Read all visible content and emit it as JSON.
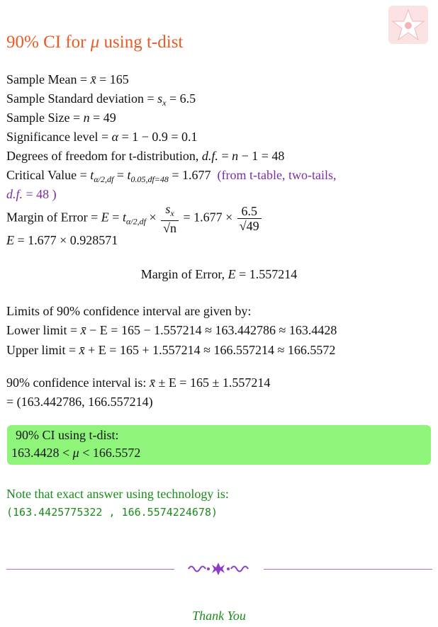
{
  "title": {
    "prefix": "90% CI for ",
    "mu": "μ",
    "suffix": " using t-dist"
  },
  "lines": {
    "mean": {
      "label": "Sample Mean = ",
      "sym": "x̄",
      "eq": " = 165"
    },
    "sd": {
      "label": "Sample Standard deviation = ",
      "sym": "s",
      "sub": "x",
      "eq": " = 6.5"
    },
    "size": {
      "label": "Sample Size = ",
      "sym": "n",
      "eq": " = 49"
    },
    "sig": {
      "label": "Significance level = ",
      "sym": "α",
      "eq": " = 1 − 0.9 = 0.1"
    },
    "df": {
      "label": "Degrees of freedom for t-distribution, ",
      "sym": "d.f.",
      "eq": " = ",
      "sym2": "n",
      "eq2": " − 1 = 48"
    },
    "crit": {
      "label": "Critical Value = ",
      "t": "t",
      "sub1": "α/2,df",
      "mid": " = ",
      "sub2": "0.05,df=48",
      "eq": " = 1.677",
      "note": "(from t-table, two-tails,",
      "note2a": "d.f.",
      "note2b": " = 48 )"
    },
    "moe": {
      "label": "Margin of Error = ",
      "E": "E",
      "eq1": " = ",
      "t": "t",
      "sub": "α/2,df",
      "times": " × ",
      "num": "s",
      "numsub": "x",
      "den": "√n",
      "eq2": " = 1.677 × ",
      "num2": "6.5",
      "den2": "√49"
    },
    "moe2": {
      "E": "E",
      "eq": " = 1.677 × 0.928571"
    },
    "moe_result": {
      "label": "Margin of Error, ",
      "E": "E",
      "eq": " = 1.557214"
    },
    "limits_head": "Limits of 90% confidence interval are given by:",
    "lower": {
      "label": "Lower limit = ",
      "sym": "x̄",
      "eq": " − E = 165 − 1.557214 ≈ 163.442786 ≈ 163.4428"
    },
    "upper": {
      "label": "Upper limit = ",
      "sym": "x̄",
      "eq": " + E = 165 + 1.557214 ≈ 166.557214 ≈ 166.5572"
    },
    "ci": {
      "label": "90% confidence interval is: ",
      "sym": "x̄",
      "eq": " ± E = 165 ± 1.557214"
    },
    "ci2": "= (163.442786, 166.557214)"
  },
  "answer": {
    "line1": "90% CI using t-dist:",
    "line2a": "163.4428 < ",
    "mu": "μ",
    "line2b": " < 166.5572"
  },
  "tech_note": "Note that exact answer using technology is:",
  "tech_value": "(163.4425775322 , 166.5574224678)",
  "thanks": "Thank You",
  "colors": {
    "title": "#ee5a24",
    "note": "#7a2ca8",
    "answer_bg": "#8ef57a",
    "green_text": "#1a8c1a",
    "divider": "#b26bd6",
    "logo": "#f7c5c8"
  }
}
